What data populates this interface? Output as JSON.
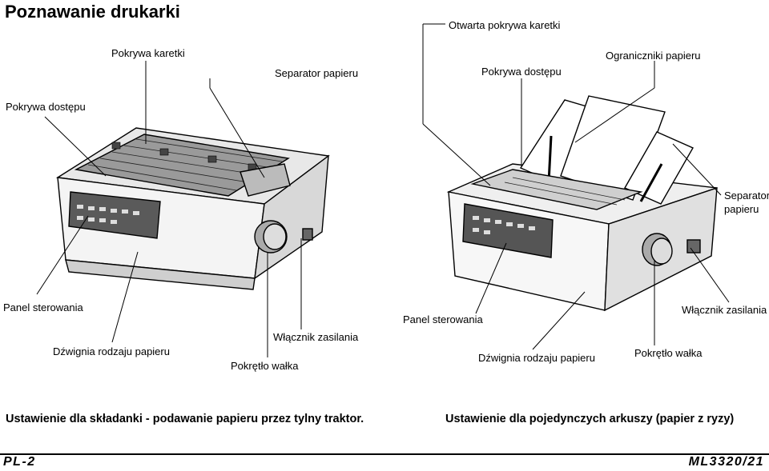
{
  "page": {
    "title": "Poznawanie drukarki",
    "left_figure": {
      "labels": {
        "carriage_cover": "Pokrywa karetki",
        "paper_separator": "Separator papieru",
        "access_cover": "Pokrywa dostępu",
        "control_panel": "Panel sterowania",
        "paper_type_lever": "Dźwignia rodzaju papieru",
        "power_switch": "Włącznik zasilania",
        "platen_knob": "Pokrętło wałka"
      },
      "caption": "Ustawienie dla składanki - podawanie papieru przez tylny traktor."
    },
    "right_figure": {
      "labels": {
        "open_carriage_cover": "Otwarta pokrywa karetki",
        "access_cover": "Pokrywa dostępu",
        "paper_guides": "Ograniczniki papieru",
        "paper_separator_line1": "Separator",
        "paper_separator_line2": "papieru",
        "control_panel": "Panel sterowania",
        "power_switch": "Włącznik zasilania",
        "paper_type_lever": "Dźwignia rodzaju papieru",
        "platen_knob": "Pokrętło wałka"
      },
      "caption": "Ustawienie dla pojedynczych arkuszy (papier z ryzy)"
    },
    "footer": {
      "left": "PL-2",
      "right": "ML3320/21"
    }
  }
}
